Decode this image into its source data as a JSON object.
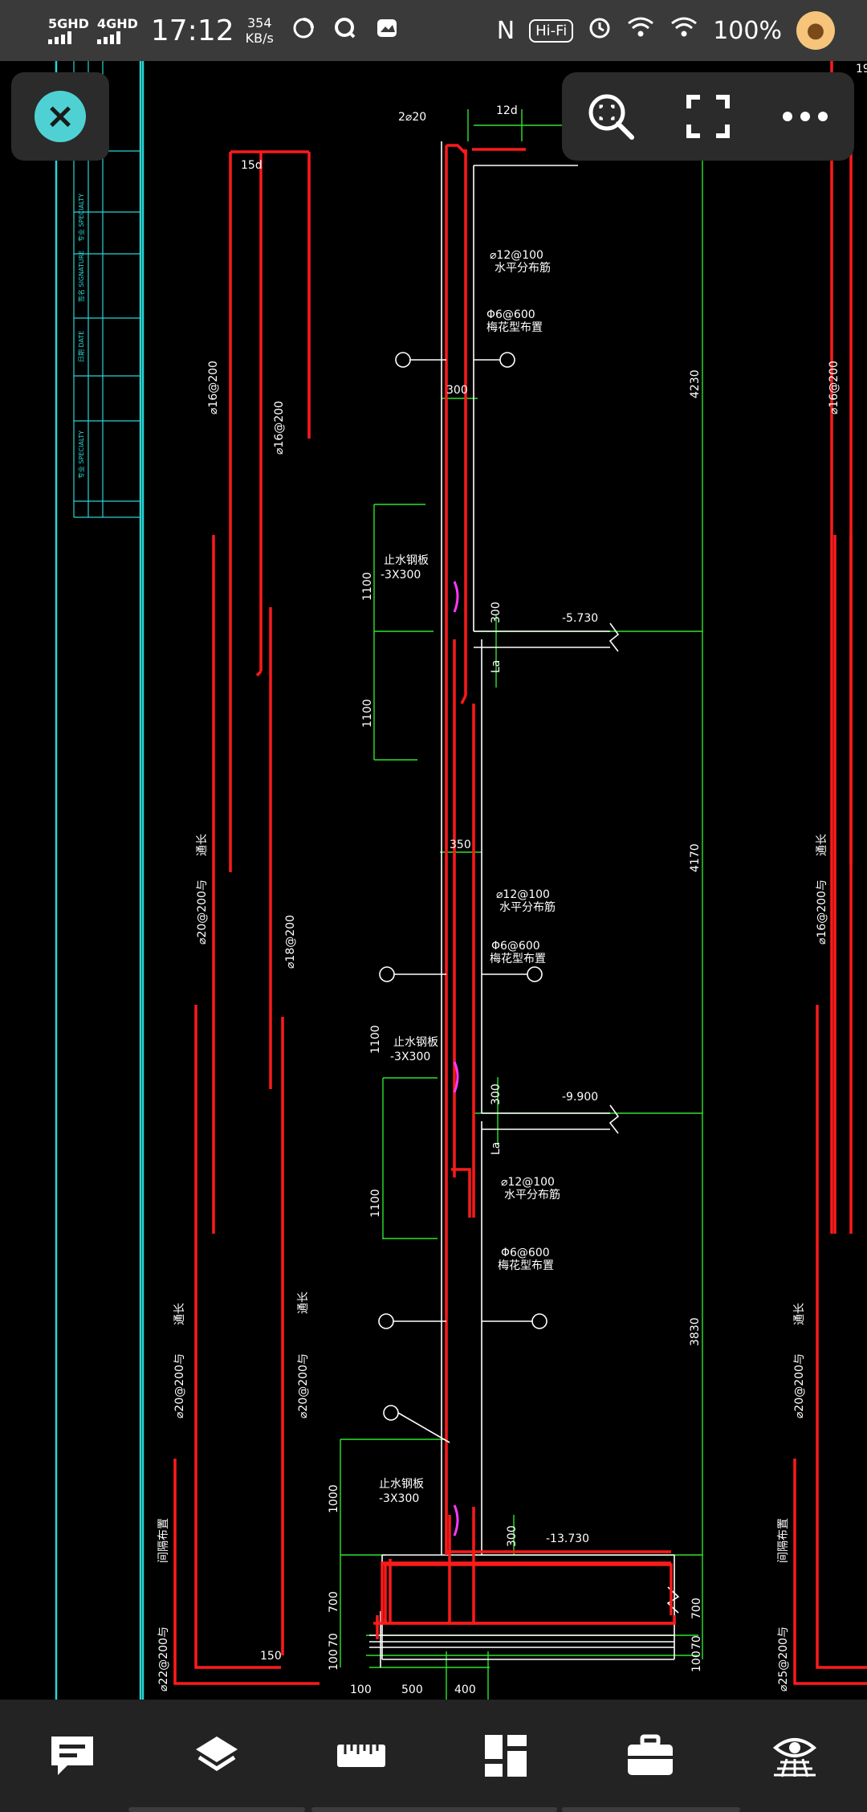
{
  "status_bar": {
    "net1": "5GHD",
    "net2": "4GHD",
    "time": "17:12",
    "speed_value": "354",
    "speed_unit": "KB/s",
    "nfc": "N",
    "hifi": "Hi-Fi",
    "battery": "100%"
  },
  "drawing": {
    "labels": {
      "top_bar": "2⌀20",
      "dim_12d": "12d",
      "hook_15d": "15d",
      "rebar_12_100_a": "⌀12@100",
      "horiz_dist_a": "水平分布筋",
      "rebar_6_600_a": "Φ6@600",
      "plum_a": "梅花型布置",
      "dim_300_a": "300",
      "dim_4230": "4230",
      "dim_1100_a": "1100",
      "waterstop_a": "止水钢板",
      "waterstop_size_a": "-3X300",
      "dim_300_b": "300",
      "elev_5730": "-5.730",
      "la_a": "La",
      "dim_1100_b": "1100",
      "dim_350": "350",
      "dim_4170": "4170",
      "rebar_12_100_b": "⌀12@100",
      "horiz_dist_b": "水平分布筋",
      "rebar_6_600_b": "Φ6@600",
      "plum_b": "梅花型布置",
      "dim_1100_c": "1100",
      "waterstop_b": "止水钢板",
      "waterstop_size_b": "-3X300",
      "dim_300_c": "300",
      "elev_9900": "-9.900",
      "la_b": "La",
      "dim_1100_d": "1100",
      "rebar_12_100_c": "⌀12@100",
      "horiz_dist_c": "水平分布筋",
      "rebar_6_600_c": "Φ6@600",
      "plum_c": "梅花型布置",
      "dim_3830": "3830",
      "dim_1000": "1000",
      "waterstop_c": "止水钢板",
      "waterstop_size_c": "-3X300",
      "dim_300_d": "300",
      "elev_13730": "-13.730",
      "dim_700_l": "700",
      "dim_70_l": "70",
      "dim_100_l": "100",
      "dim_700_r": "700",
      "dim_70_r": "70",
      "dim_100_r": "100",
      "dim_bottom_100": "100",
      "dim_bottom_500": "500",
      "dim_bottom_400": "400",
      "dim_150": "150",
      "left_rebar_6": "⌀16@200",
      "left_rebar_7": "⌀16@200",
      "left_rebar_4": "⌀20@200与",
      "left_rebar_4b": "通长",
      "left_rebar_5": "⌀18@200",
      "left_rebar_2": "⌀20@200与",
      "left_rebar_2b": "通长",
      "left_rebar_3": "⌀20@200与",
      "left_rebar_3b": "通长",
      "left_rebar_1": "⌀22@200与",
      "left_rebar_1b": "间隔布置",
      "right_rebar_6": "⌀16@200",
      "right_rebar_4": "⌀16@200与",
      "right_rebar_4b": "通长",
      "right_rebar_2": "⌀20@200与",
      "right_rebar_2b": "通长",
      "right_rebar_1": "⌀25@200与",
      "right_rebar_1b": "间隔布置",
      "title_block_1": "专业 SPECIALTY",
      "title_block_2": "签名 SIGNATURE",
      "title_block_3": "日期 DATE",
      "edge_19": "19"
    }
  }
}
